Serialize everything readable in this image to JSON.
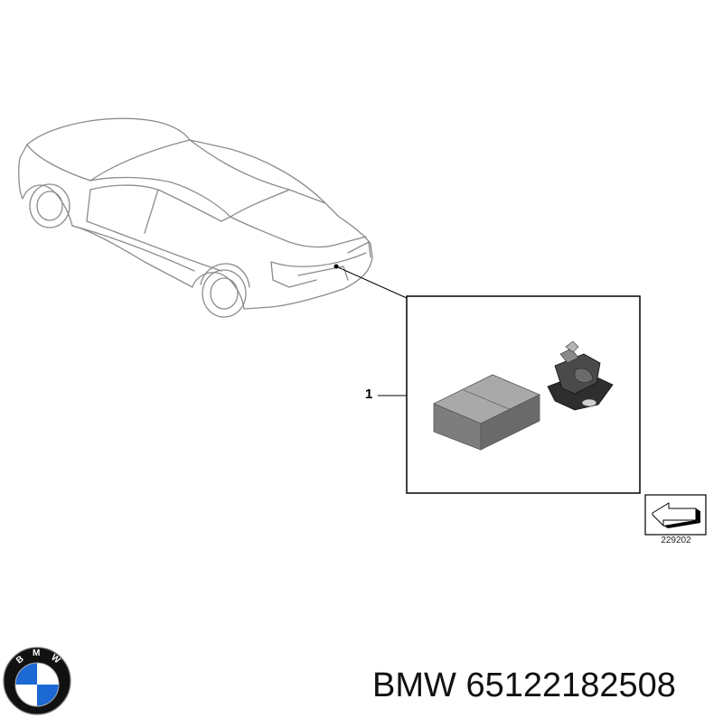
{
  "diagram": {
    "callout_number": "1",
    "diagram_number": "229202"
  },
  "caption": {
    "brand": "BMW",
    "part_number": "65122182508"
  },
  "logo": {
    "text": "BMW",
    "colors": {
      "ring": "#111111",
      "blue": "#1c69d4",
      "white": "#ffffff"
    }
  },
  "colors": {
    "outline": "#8c8c8c",
    "box_top": "#a9a9a9",
    "box_front": "#7d7d7d",
    "box_side": "#666666",
    "camera_body": "#3a3a3a"
  }
}
